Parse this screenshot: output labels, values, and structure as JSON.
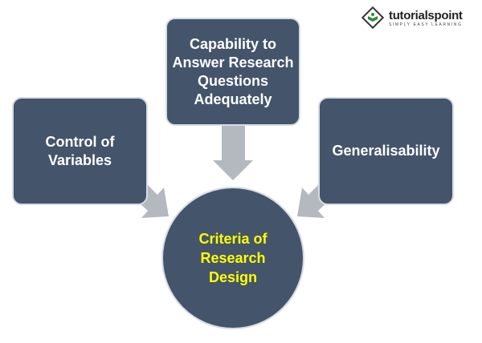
{
  "logo": {
    "brand": "tutorialspoint",
    "tagline": "SIMPLY EASY LEARNING"
  },
  "diagram": {
    "center": {
      "label": "Criteria of Research Design",
      "text_color": "#ffff00"
    },
    "inputs": [
      {
        "label": "Control of Variables"
      },
      {
        "label": "Capability to Answer Research Questions Adequately"
      },
      {
        "label": "Generalisability"
      }
    ],
    "node_color": "#44546a",
    "arrow_color": "#b4b8bf"
  }
}
